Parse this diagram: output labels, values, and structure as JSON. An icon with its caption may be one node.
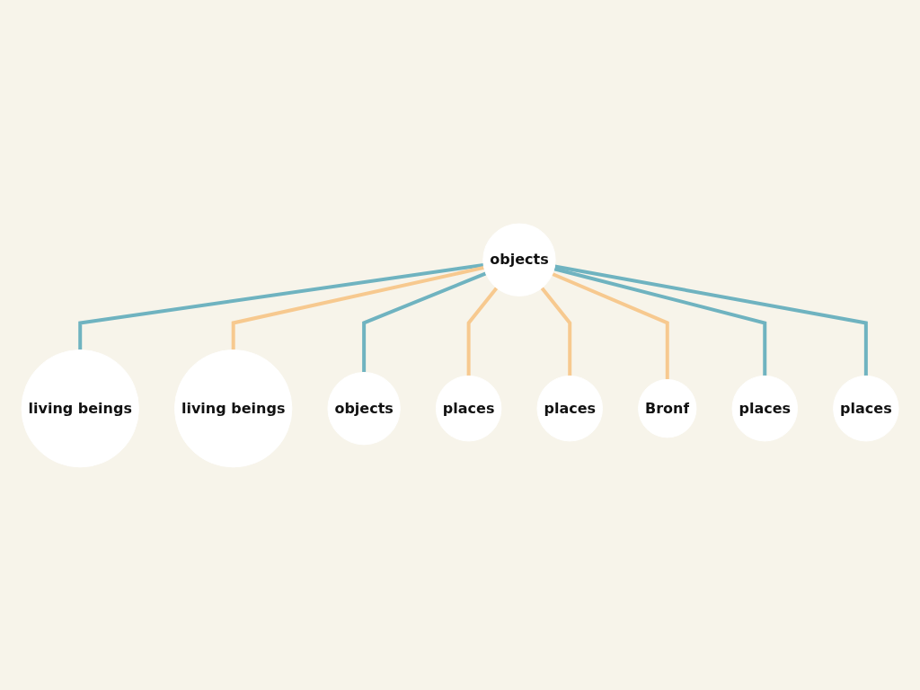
{
  "diagram": {
    "nodes": [
      {
        "text": [
          "living beings"
        ]
      },
      {
        "text": [
          "living beings"
        ]
      },
      {
        "text": [
          "objects"
        ]
      },
      {
        "text": [
          "places"
        ]
      },
      {
        "text": [
          "objects"
        ]
      },
      {
        "text": [
          "places"
        ]
      },
      {
        "text": [
          "Bronf"
        ]
      },
      {
        "text": [
          "places"
        ]
      },
      {
        "text": [
          "places"
        ]
      }
    ],
    "edges": [
      {
        "from": 4,
        "to": 0,
        "arrow": "none",
        "color": "#6fb3c0"
      },
      {
        "from": 4,
        "to": 1,
        "arrow": "none",
        "color": "#f7c98f"
      },
      {
        "from": 4,
        "to": 2,
        "arrow": "none",
        "color": "#6fb3c0"
      },
      {
        "from": 4,
        "to": 3,
        "arrow": "none",
        "color": "#f7c98f"
      },
      {
        "from": 4,
        "to": 5,
        "arrow": "none",
        "color": "#f7c98f"
      },
      {
        "from": 4,
        "to": 6,
        "arrow": "none",
        "color": "#f7c98f"
      },
      {
        "from": 4,
        "to": 7,
        "arrow": "none",
        "color": "#6fb3c0"
      },
      {
        "from": 4,
        "to": 8,
        "arrow": "none",
        "color": "#6fb3c0"
      }
    ]
  }
}
